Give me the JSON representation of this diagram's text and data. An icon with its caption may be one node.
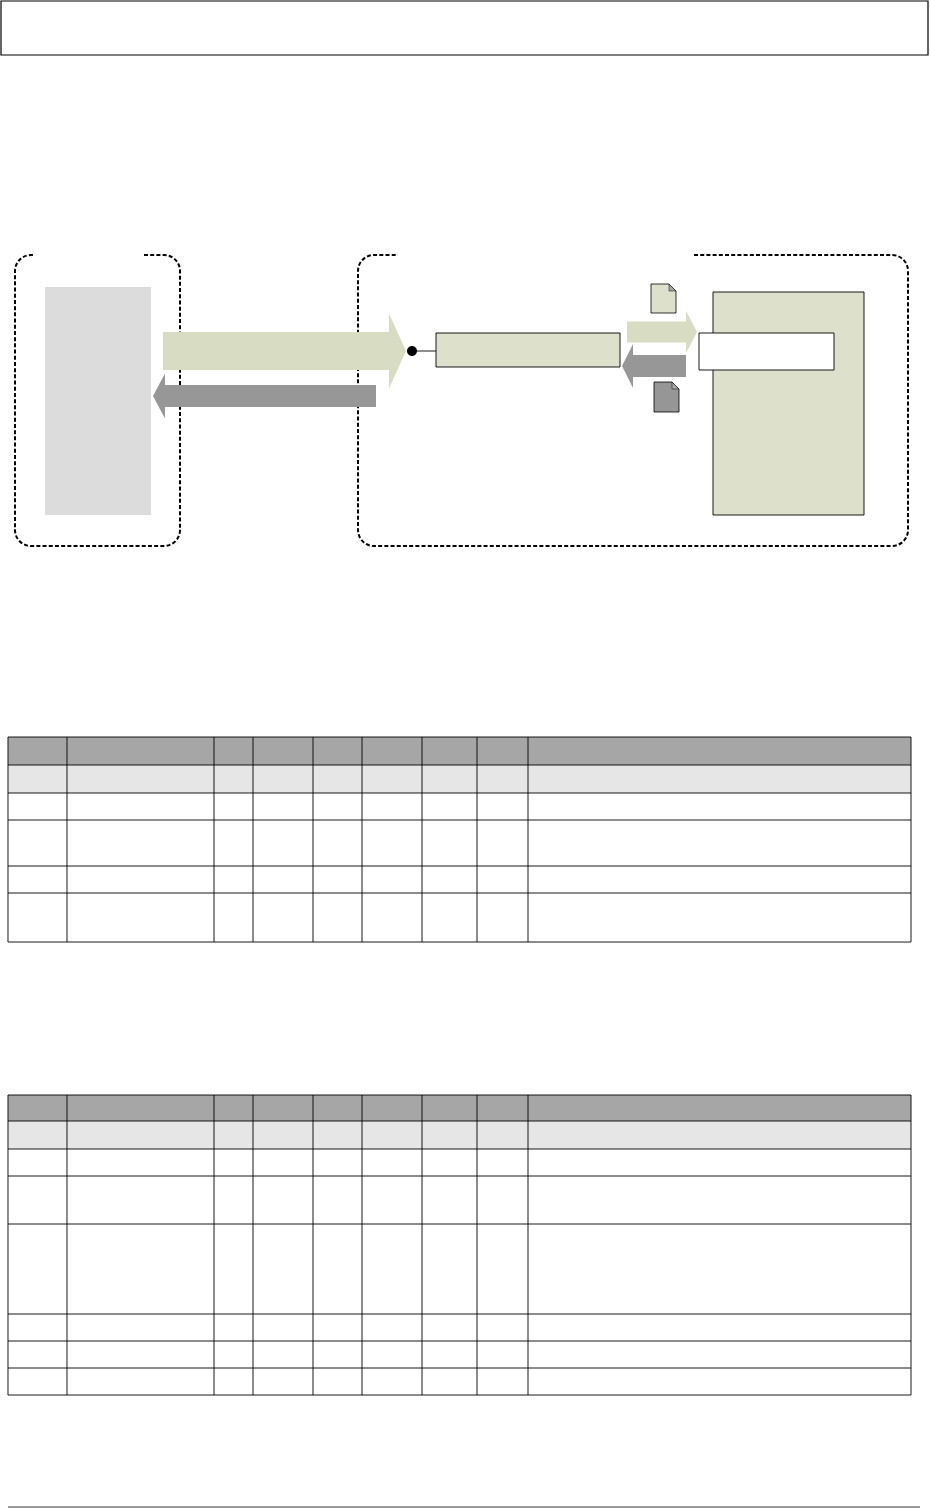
{
  "diagram": {
    "nodes": [
      {
        "text": [],
        "shape": "box"
      },
      {
        "text": [],
        "shape": "box",
        "in": 0
      },
      {
        "text": [],
        "shape": "box"
      },
      {
        "text": [],
        "shape": "circle",
        "in": 2
      },
      {
        "text": [],
        "shape": "box",
        "in": 2
      },
      {
        "text": [],
        "shape": "box",
        "in": 2
      },
      {
        "text": [],
        "shape": "box",
        "in": 2
      }
    ],
    "edges": [
      {
        "from": 1,
        "to": 3,
        "arrow": "to",
        "color": "#d7dcc2"
      },
      {
        "from": 2,
        "to": 1,
        "arrow": "to",
        "color": "#979797"
      },
      {
        "from": 3,
        "to": 4,
        "arrow": "none",
        "color": "#000000"
      },
      {
        "from": 4,
        "to": 6,
        "arrow": "to",
        "color": "#d7dcc2"
      },
      {
        "from": 6,
        "to": 4,
        "arrow": "to",
        "color": "#979797"
      }
    ]
  }
}
